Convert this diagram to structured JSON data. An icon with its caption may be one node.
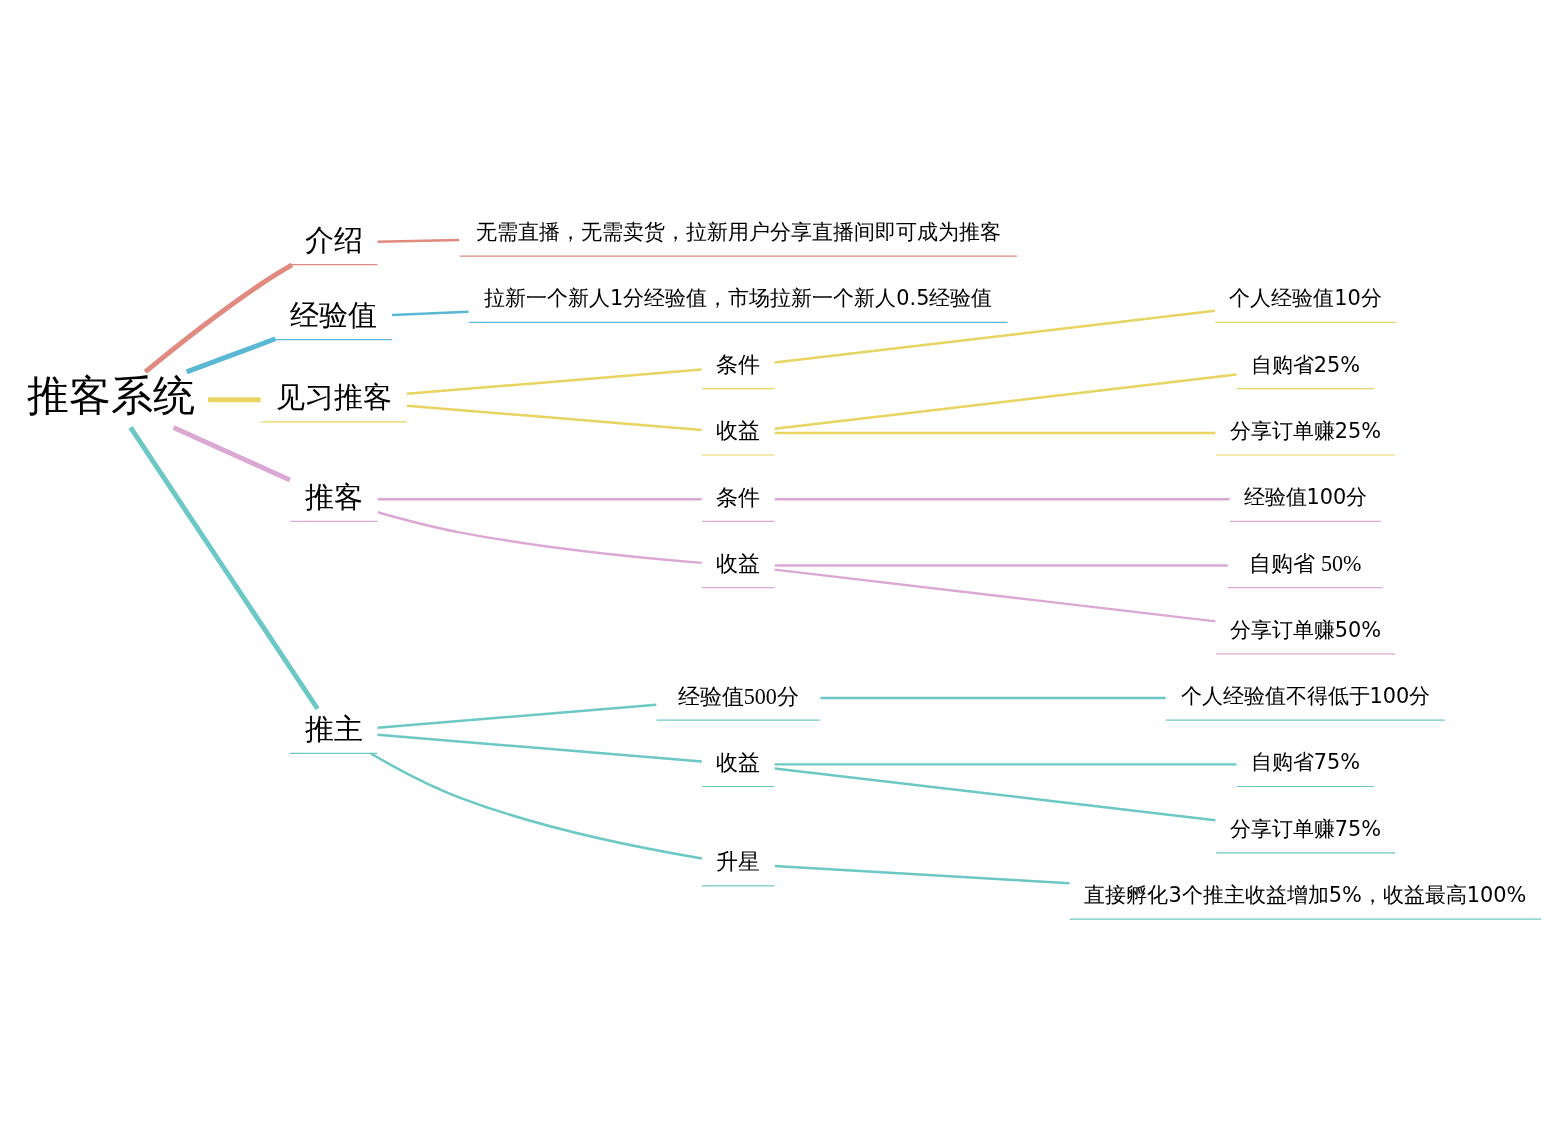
{
  "diagram": {
    "nodes": [
      {
        "text": [
          "推客系统"
        ]
      },
      {
        "text": [
          "介绍"
        ]
      },
      {
        "text": [
          "无需直播，无需卖货，拉新用户分享直播间即可成为推客"
        ]
      },
      {
        "text": [
          "经验值"
        ]
      },
      {
        "text": [
          "拉新一个新人1分经验值，市场拉新一个新人0.5经验值"
        ]
      },
      {
        "text": [
          "见习推客"
        ]
      },
      {
        "text": [
          "条件"
        ]
      },
      {
        "text": [
          "个人经验值10分"
        ]
      },
      {
        "text": [
          "收益"
        ]
      },
      {
        "text": [
          "自购省25%"
        ]
      },
      {
        "text": [
          "分享订单赚25%"
        ]
      },
      {
        "text": [
          "推客"
        ]
      },
      {
        "text": [
          "条件"
        ]
      },
      {
        "text": [
          "经验值100分"
        ]
      },
      {
        "text": [
          "收益"
        ]
      },
      {
        "text": [
          "自购省 50%"
        ]
      },
      {
        "text": [
          "分享订单赚50%"
        ]
      },
      {
        "text": [
          "推主"
        ]
      },
      {
        "text": [
          "经验值500分"
        ]
      },
      {
        "text": [
          "个人经验值不得低于100分"
        ]
      },
      {
        "text": [
          "收益"
        ]
      },
      {
        "text": [
          "自购省75%"
        ]
      },
      {
        "text": [
          "分享订单赚75%"
        ]
      },
      {
        "text": [
          "升星"
        ]
      },
      {
        "text": [
          "直接孵化3个推主收益增加5%，收益最高100%"
        ]
      }
    ],
    "edges": [
      {
        "from": 0,
        "to": 1,
        "arrow": "none",
        "style": "thick",
        "color": "#e08a80"
      },
      {
        "from": 1,
        "to": 2,
        "arrow": "none",
        "color": "#e08a80"
      },
      {
        "from": 0,
        "to": 3,
        "arrow": "none",
        "style": "thick",
        "color": "#5bb8d4"
      },
      {
        "from": 3,
        "to": 4,
        "arrow": "none",
        "color": "#5bb8d4"
      },
      {
        "from": 0,
        "to": 5,
        "arrow": "none",
        "style": "thick",
        "color": "#e8d460"
      },
      {
        "from": 5,
        "to": 6,
        "arrow": "none",
        "color": "#e8d460"
      },
      {
        "from": 6,
        "to": 7,
        "arrow": "none",
        "color": "#e8d460"
      },
      {
        "from": 5,
        "to": 8,
        "arrow": "none",
        "color": "#e8d460"
      },
      {
        "from": 8,
        "to": 9,
        "arrow": "none",
        "color": "#e8d460"
      },
      {
        "from": 8,
        "to": 10,
        "arrow": "none",
        "color": "#e8d460"
      },
      {
        "from": 0,
        "to": 11,
        "arrow": "none",
        "style": "thick",
        "color": "#dba8d4"
      },
      {
        "from": 11,
        "to": 12,
        "arrow": "none",
        "color": "#dba8d4"
      },
      {
        "from": 12,
        "to": 13,
        "arrow": "none",
        "color": "#dba8d4"
      },
      {
        "from": 11,
        "to": 14,
        "arrow": "none",
        "color": "#dba8d4"
      },
      {
        "from": 14,
        "to": 15,
        "arrow": "none",
        "color": "#dba8d4"
      },
      {
        "from": 14,
        "to": 16,
        "arrow": "none",
        "color": "#dba8d4"
      },
      {
        "from": 0,
        "to": 17,
        "arrow": "none",
        "style": "thick",
        "color": "#6cc8c4"
      },
      {
        "from": 17,
        "to": 18,
        "arrow": "none",
        "color": "#6cc8c4"
      },
      {
        "from": 18,
        "to": 19,
        "arrow": "none",
        "color": "#6cc8c4"
      },
      {
        "from": 17,
        "to": 20,
        "arrow": "none",
        "color": "#6cc8c4"
      },
      {
        "from": 20,
        "to": 21,
        "arrow": "none",
        "color": "#6cc8c4"
      },
      {
        "from": 20,
        "to": 22,
        "arrow": "none",
        "color": "#6cc8c4"
      },
      {
        "from": 17,
        "to": 23,
        "arrow": "none",
        "color": "#6cc8c4"
      },
      {
        "from": 23,
        "to": 24,
        "arrow": "none",
        "color": "#6cc8c4"
      }
    ]
  }
}
